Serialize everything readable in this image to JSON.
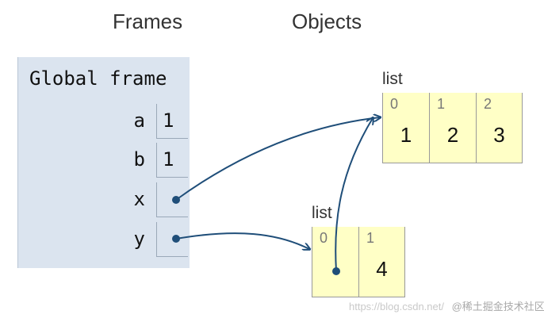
{
  "headings": {
    "frames": "Frames",
    "objects": "Objects"
  },
  "frame": {
    "title": "Global frame",
    "variables": [
      {
        "name": "a",
        "value": "1"
      },
      {
        "name": "b",
        "value": "1"
      },
      {
        "name": "x",
        "value": ""
      },
      {
        "name": "y",
        "value": ""
      }
    ]
  },
  "objects": {
    "list1": {
      "label": "list",
      "items": [
        {
          "index": "0",
          "value": "1"
        },
        {
          "index": "1",
          "value": "2"
        },
        {
          "index": "2",
          "value": "3"
        }
      ]
    },
    "list2": {
      "label": "list",
      "items": [
        {
          "index": "0",
          "value": ""
        },
        {
          "index": "1",
          "value": "4"
        }
      ]
    }
  },
  "pointers": [
    {
      "from": "x",
      "to": "list1"
    },
    {
      "from": "y",
      "to": "list2"
    },
    {
      "from": "list2[0]",
      "to": "list1"
    }
  ],
  "colors": {
    "frame_background": "#dbe4ef",
    "list_background": "#ffffc6",
    "pointer": "#1f4e79"
  },
  "watermark": {
    "site": "https://blog.csdn.net/",
    "brand": "@稀土掘金技术社区"
  }
}
